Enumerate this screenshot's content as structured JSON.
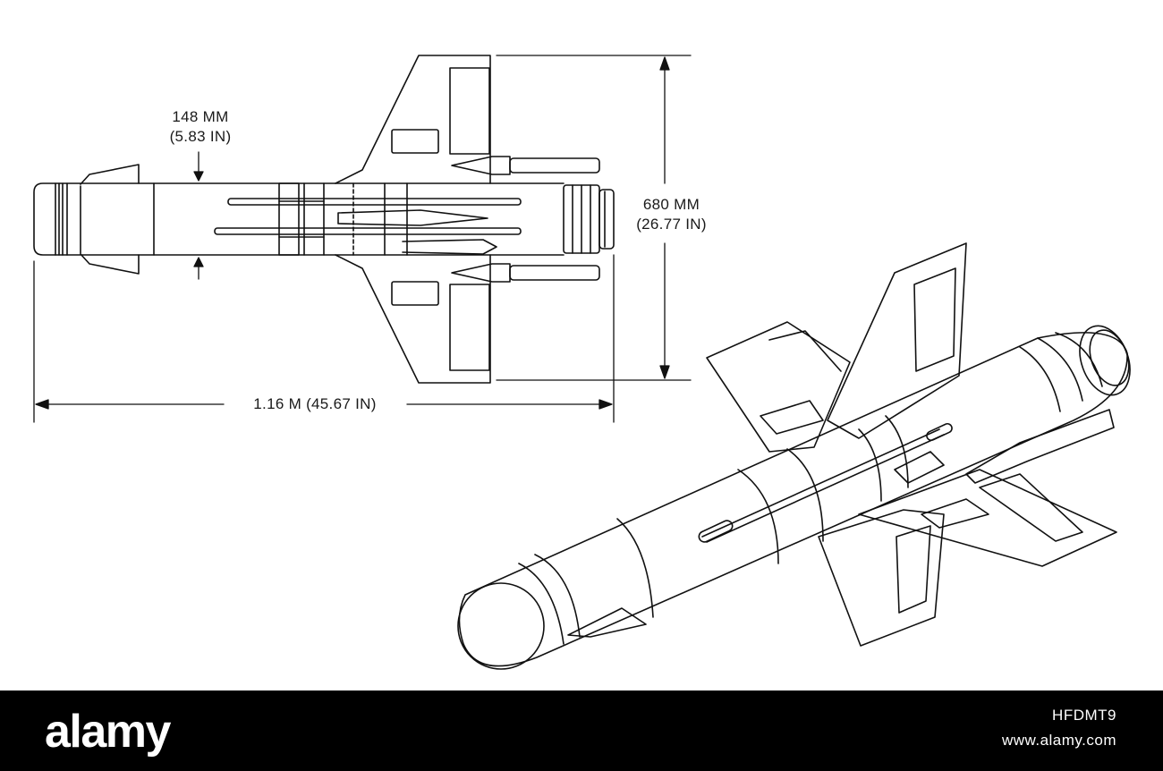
{
  "diagram": {
    "body_diameter_mm": "148 MM",
    "body_diameter_in": "(5.83 IN)",
    "fin_span_mm": "680 MM",
    "fin_span_in": "(26.77 IN)",
    "overall_length": "1.16 M (45.67 IN)"
  },
  "footer": {
    "brand": "alamy",
    "image_id": "HFDMT9",
    "url": "www.alamy.com"
  },
  "colors": {
    "line": "#111111",
    "paper": "#ffffff",
    "footer_bg": "#000000",
    "footer_text": "#ffffff"
  }
}
